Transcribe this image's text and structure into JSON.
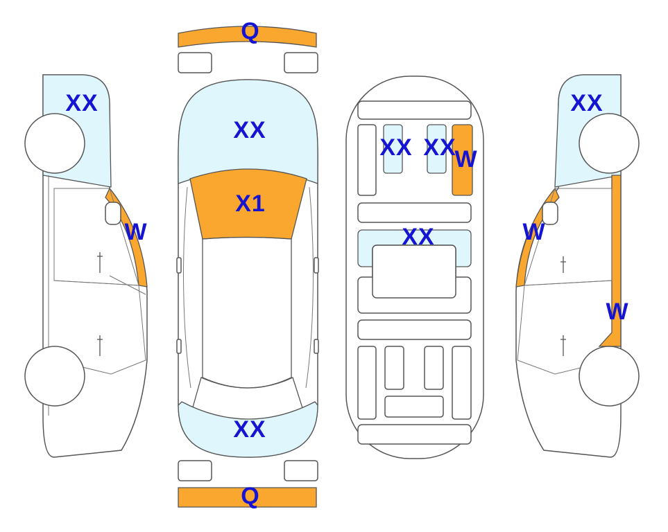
{
  "colors": {
    "light_zone": "#dff6fc",
    "orange_zone": "#f9a72e",
    "label": "#1414d2"
  },
  "labels": {
    "front_bumper": "Q",
    "rear_bumper": "Q",
    "hood": "XX",
    "windshield": "X1",
    "trunk": "XX",
    "left_front_fender": "XX",
    "left_a_pillar": "W",
    "right_front_fender": "XX",
    "right_a_pillar": "W",
    "right_b_pillar": "W",
    "floor_left_rail": "XX",
    "floor_mid_rail": "XX",
    "floor_right_rail": "W",
    "floor_crossmember": "XX"
  }
}
